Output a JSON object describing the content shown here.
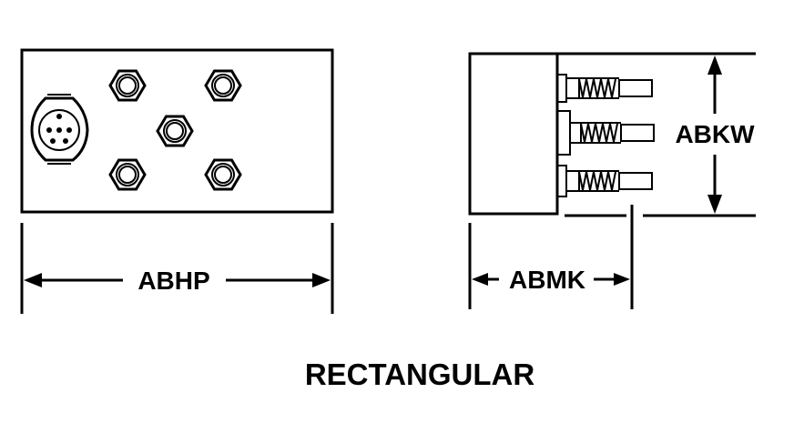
{
  "labels": {
    "width_dim": "ABHP",
    "depth_dim": "ABMK",
    "height_dim": "ABKW",
    "caption": "RECTANGULAR"
  },
  "icons": {
    "nut": "hex-nut-icon",
    "connector": "round-connector-icon",
    "terminal": "threaded-terminal-icon",
    "arrow": "dimension-arrowhead"
  },
  "colors": {
    "ink": "#000000",
    "paper": "#ffffff"
  }
}
